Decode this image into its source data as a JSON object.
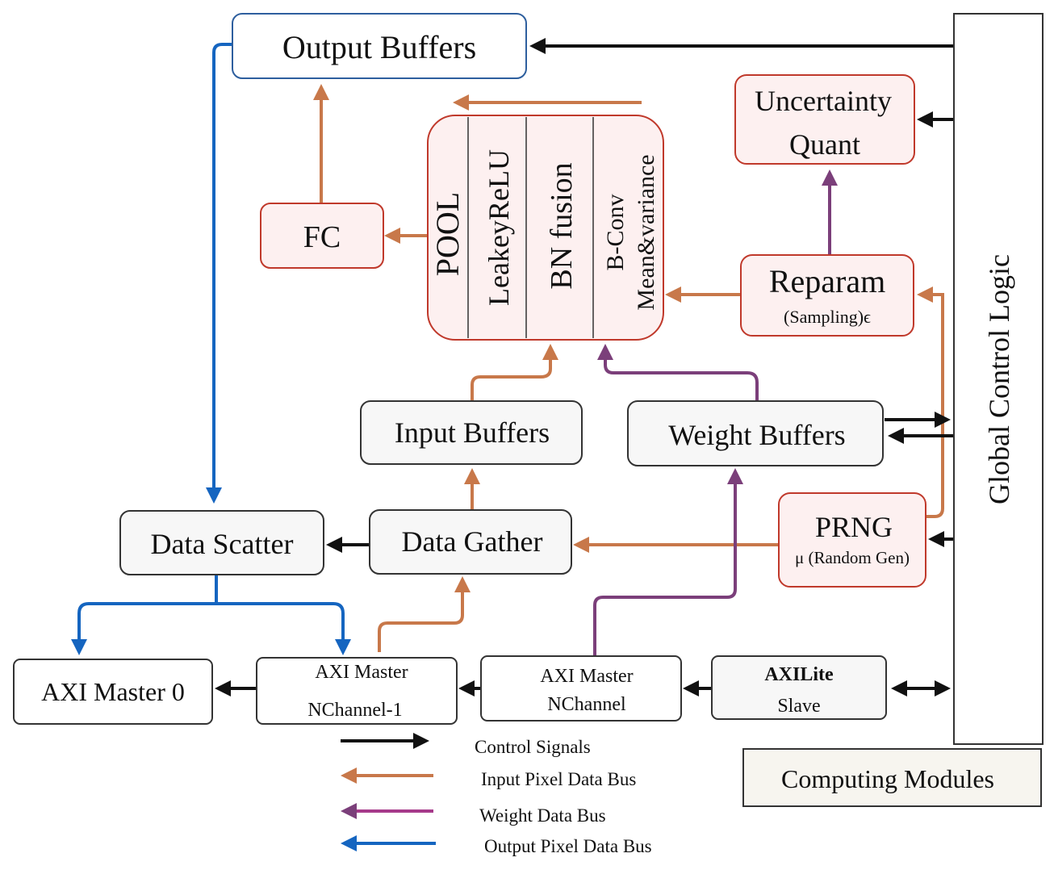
{
  "blocks": {
    "output_buffers": "Output Buffers",
    "uncertainty_line1": "Uncertainty",
    "uncertainty_line2": "Quant",
    "fc": "FC",
    "pool": "POOL",
    "leakyrelu": "LeakeyReLU",
    "bn_fusion": "BN fusion",
    "bconv_line1": "B-Conv",
    "bconv_line2": "Mean&variance",
    "reparam": "Reparam",
    "reparam_sub": "(Sampling)ϵ",
    "global_control": "Global Control Logic",
    "input_buffers": "Input Buffers",
    "weight_buffers": "Weight Buffers",
    "prng": "PRNG",
    "prng_sub": "μ (Random Gen)",
    "data_scatter": "Data Scatter",
    "data_gather": "Data Gather",
    "axi_master0": "AXI Master 0",
    "axi_nch1_line1": "AXI Master",
    "axi_nch1_line2": "NChannel-1",
    "axi_nch_line1": "AXI Master",
    "axi_nch_line2": "NChannel",
    "axilite_line1": "AXILite",
    "axilite_line2": "Slave",
    "computing_modules": "Computing Modules"
  },
  "legend": {
    "control": "Control Signals",
    "input": "Input Pixel Data Bus",
    "weight": "Weight Data Bus",
    "output": "Output Pixel Data Bus"
  },
  "colors": {
    "control": "#111111",
    "input": "#c8784a",
    "weight": "#7b3f7a",
    "output": "#1565c0",
    "red_border": "#c0392b",
    "red_fill": "#fdf0f0",
    "blue_border": "#2e5f9e",
    "gray_border": "#333333",
    "gray_fill": "#f7f7f7"
  }
}
